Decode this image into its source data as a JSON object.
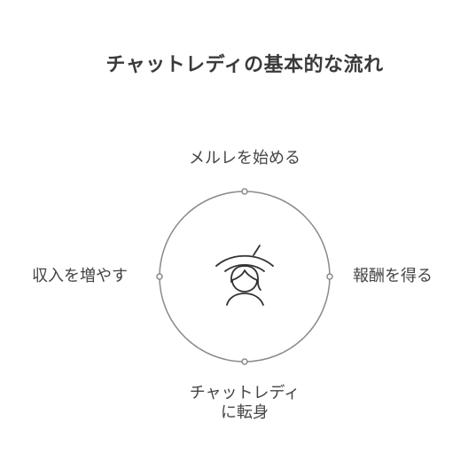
{
  "title": "チャットレディの基本的な流れ",
  "cycle": {
    "steps": [
      {
        "id": "top",
        "label": "メルレを始める"
      },
      {
        "id": "right",
        "label": "報酬を得る"
      },
      {
        "id": "bottom",
        "label_line1": "チャットレディ",
        "label_line2": "に転身"
      },
      {
        "id": "left",
        "label": "収入を増やす"
      }
    ],
    "center_icon": "woman-with-signal-icon"
  },
  "colors": {
    "line": "#8a8a8a",
    "text": "#444444",
    "icon": "#333333"
  }
}
